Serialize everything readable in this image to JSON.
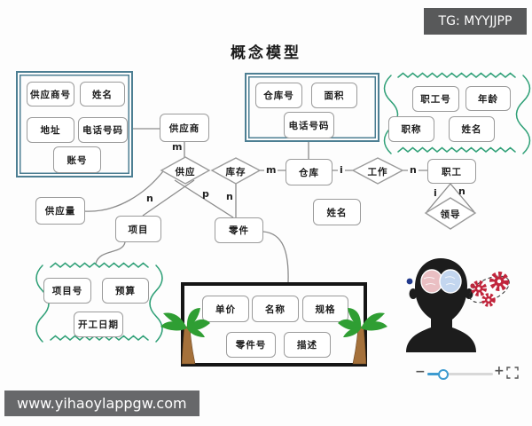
{
  "badge": "TG: MYYJJPP",
  "title": "概念模型",
  "watermark": "www.yihaoylappgw.com",
  "entities": {
    "supplier": "供应商",
    "supply_qty": "供应量",
    "project": "项目",
    "part": "零件",
    "warehouse": "仓库",
    "employee": "职工",
    "floating_name": "姓名"
  },
  "relations": {
    "supply": "供应",
    "stock": "库存",
    "work": "工作",
    "lead": "领导"
  },
  "cards": {
    "supplier_m": "m",
    "project_n": "n",
    "part_p": "p",
    "stock_n": "n",
    "stock_m": "m",
    "warehouse_i": "i",
    "employee_n": "n",
    "lead_i": "i",
    "lead_n": "n"
  },
  "supplier_attrs": [
    "供应商号",
    "姓名",
    "地址",
    "电话号码",
    "账号"
  ],
  "warehouse_attrs": [
    "仓库号",
    "面积",
    "电话号码"
  ],
  "employee_attrs": [
    "职工号",
    "年龄",
    "职称",
    "姓名"
  ],
  "project_attrs": [
    "项目号",
    "预算",
    "开工日期"
  ],
  "part_attrs": [
    "单价",
    "名称",
    "规格",
    "零件号",
    "描述"
  ],
  "zoom": {
    "minus": "−",
    "plus": "+"
  },
  "colors": {
    "frame_teal": "#4d7f93",
    "frame_green": "#2fa077",
    "frame_black": "#151515",
    "slider_blue": "#3d9bd0",
    "gear_red": "#c1253c",
    "badge_bg": "#58595a",
    "line_gray": "#8b8b8b"
  }
}
